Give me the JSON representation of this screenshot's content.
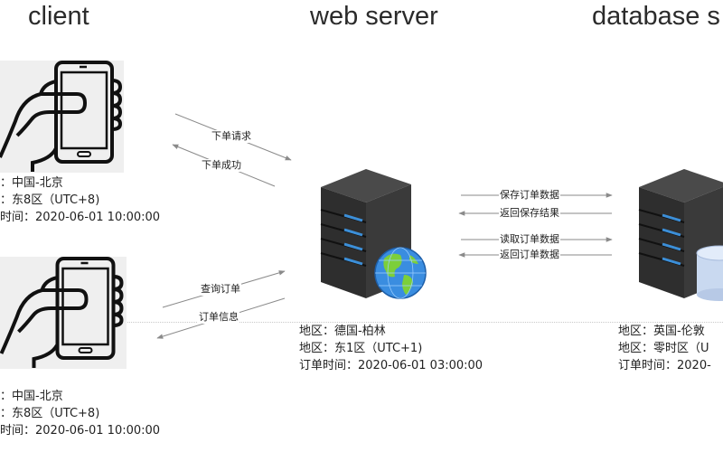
{
  "columns": {
    "client": {
      "title": "client"
    },
    "web_server": {
      "title": "web server"
    },
    "database_server": {
      "title": "database s"
    }
  },
  "clients": [
    {
      "icon": "hand-holding-phone-icon",
      "info": [
        "：中国-北京",
        "：东8区（UTC+8)",
        "时间：2020-06-01 10:00:00"
      ]
    },
    {
      "icon": "hand-holding-phone-icon",
      "info": [
        "：中国-北京",
        "：东8区（UTC+8)",
        "时间：2020-06-01 10:00:00"
      ]
    }
  ],
  "web_server": {
    "icon": "web-server-globe-icon",
    "info": [
      "地区：德国-柏林",
      "地区：东1区（UTC+1)",
      "订单时间：2020-06-01 03:00:00"
    ]
  },
  "database_server": {
    "icon": "database-server-icon",
    "info": [
      "地区：英国-伦敦",
      "地区：零时区（U",
      "订单时间：2020-"
    ]
  },
  "flows": {
    "client1_to_web": "下单请求",
    "web_to_client1": "下单成功",
    "client2_to_web": "查询订单",
    "web_to_client2": "订单信息",
    "web_to_db_save": "保存订单数据",
    "db_to_web_save_result": "返回保存结果",
    "web_to_db_read": "读取订单数据",
    "db_to_web_read_result": "返回订单数据"
  },
  "colors": {
    "arrow": "#8a8a8a",
    "server_body": "#3a3a3a",
    "server_led": "#3c8fd8",
    "globe_ocean": "#3a8de0",
    "globe_land": "#7ccf3a",
    "db_cylinder": "#c9d9f0"
  }
}
